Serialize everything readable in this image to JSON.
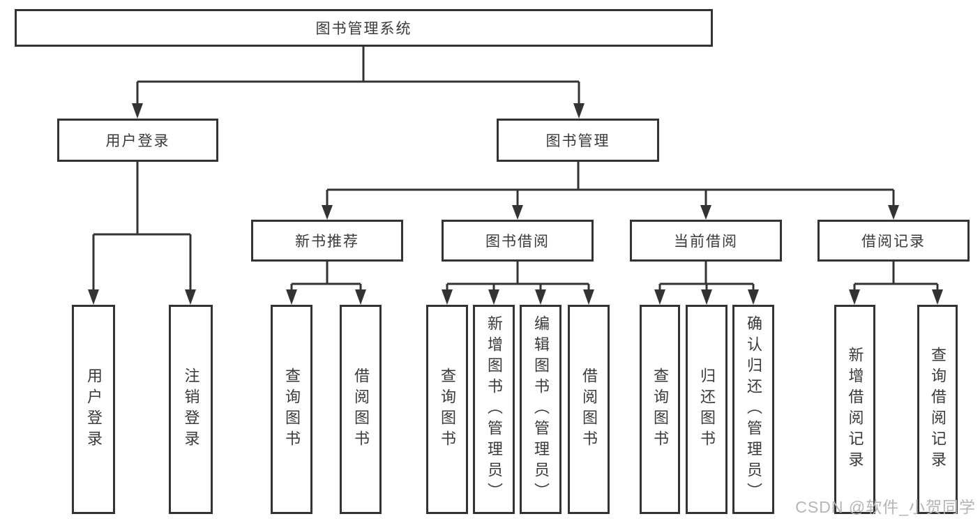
{
  "tree": {
    "root": {
      "label": "图书管理系统"
    },
    "branches": [
      {
        "label": "用户登录",
        "children": [
          {
            "label": "用户登录"
          },
          {
            "label": "注销登录"
          }
        ]
      },
      {
        "label": "图书管理",
        "children": [
          {
            "label": "新书推荐",
            "children": [
              {
                "label": "查询图书"
              },
              {
                "label": "借阅图书"
              }
            ]
          },
          {
            "label": "图书借阅",
            "children": [
              {
                "label": "查询图书"
              },
              {
                "label": "新增图书（管理员）"
              },
              {
                "label": "编辑图书（管理员）"
              },
              {
                "label": "借阅图书"
              }
            ]
          },
          {
            "label": "当前借阅",
            "children": [
              {
                "label": "查询图书"
              },
              {
                "label": "归还图书"
              },
              {
                "label": "确认归还（管理员）"
              }
            ]
          },
          {
            "label": "借阅记录",
            "children": [
              {
                "label": "新增借阅记录"
              },
              {
                "label": "查询借阅记录"
              }
            ]
          }
        ]
      }
    ]
  },
  "watermark": "CSDN @软件_小贺同学",
  "colors": {
    "line": "#333333",
    "text": "#3a3a3a",
    "watermark": "#b5b5b5"
  }
}
